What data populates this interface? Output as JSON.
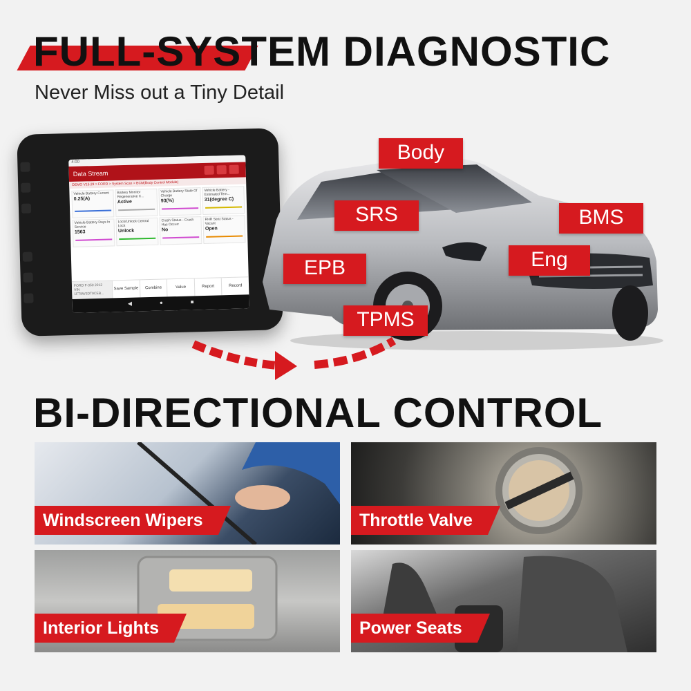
{
  "header": {
    "title": "FULL-SYSTEM DIAGNOSTIC",
    "subtitle": "Never Miss out a Tiny Detail"
  },
  "tablet": {
    "status_time": "4:00",
    "app_title": "Data Stream",
    "breadcrumb": "DEMO V15.29 > FORD > System Scan > BCM(Body Control Module)",
    "cells": [
      {
        "label": "Vehicle Battery Current",
        "value": "0.25(A)",
        "color": "#3a6fd8"
      },
      {
        "label": "Battery Monitor Regenerative C...",
        "value": "Active",
        "color": "#aaaaaa"
      },
      {
        "label": "Vehicle Battery State Of Charge",
        "value": "93(%)",
        "color": "#d04bd0"
      },
      {
        "label": "Vehicle Battery - Estimated Tem...",
        "value": "31(degree C)",
        "color": "#d4b800"
      },
      {
        "label": "Vehicle Battery Days In Service",
        "value": "1563",
        "color": "#d04bd0"
      },
      {
        "label": "Lock/Unlock Central Lock",
        "value": "Unlock",
        "color": "#2eb82e"
      },
      {
        "label": "Crash Status - Crash Has Occurr",
        "value": "No",
        "color": "#d04bd0"
      },
      {
        "label": "RHR Seat Status - Vacant",
        "value": "Open",
        "color": "#e88a00"
      }
    ],
    "vin_line1": "FORD F-350 2012",
    "vin_line2": "VIN 1FT8W3DT9CEB...",
    "buttons": [
      "Save Sample",
      "Combine",
      "Value",
      "Report",
      "Record"
    ]
  },
  "systems": {
    "body": "Body",
    "srs": "SRS",
    "bms": "BMS",
    "epb": "EPB",
    "eng": "Eng",
    "tpms": "TPMS"
  },
  "section2_title": "BI-DIRECTIONAL CONTROL",
  "panels": [
    {
      "label": "Windscreen Wipers"
    },
    {
      "label": "Throttle Valve"
    },
    {
      "label": "Interior Lights"
    },
    {
      "label": "Power Seats"
    }
  ],
  "colors": {
    "accent": "#d61a1f",
    "dark": "#111111",
    "background": "#f2f2f2"
  }
}
